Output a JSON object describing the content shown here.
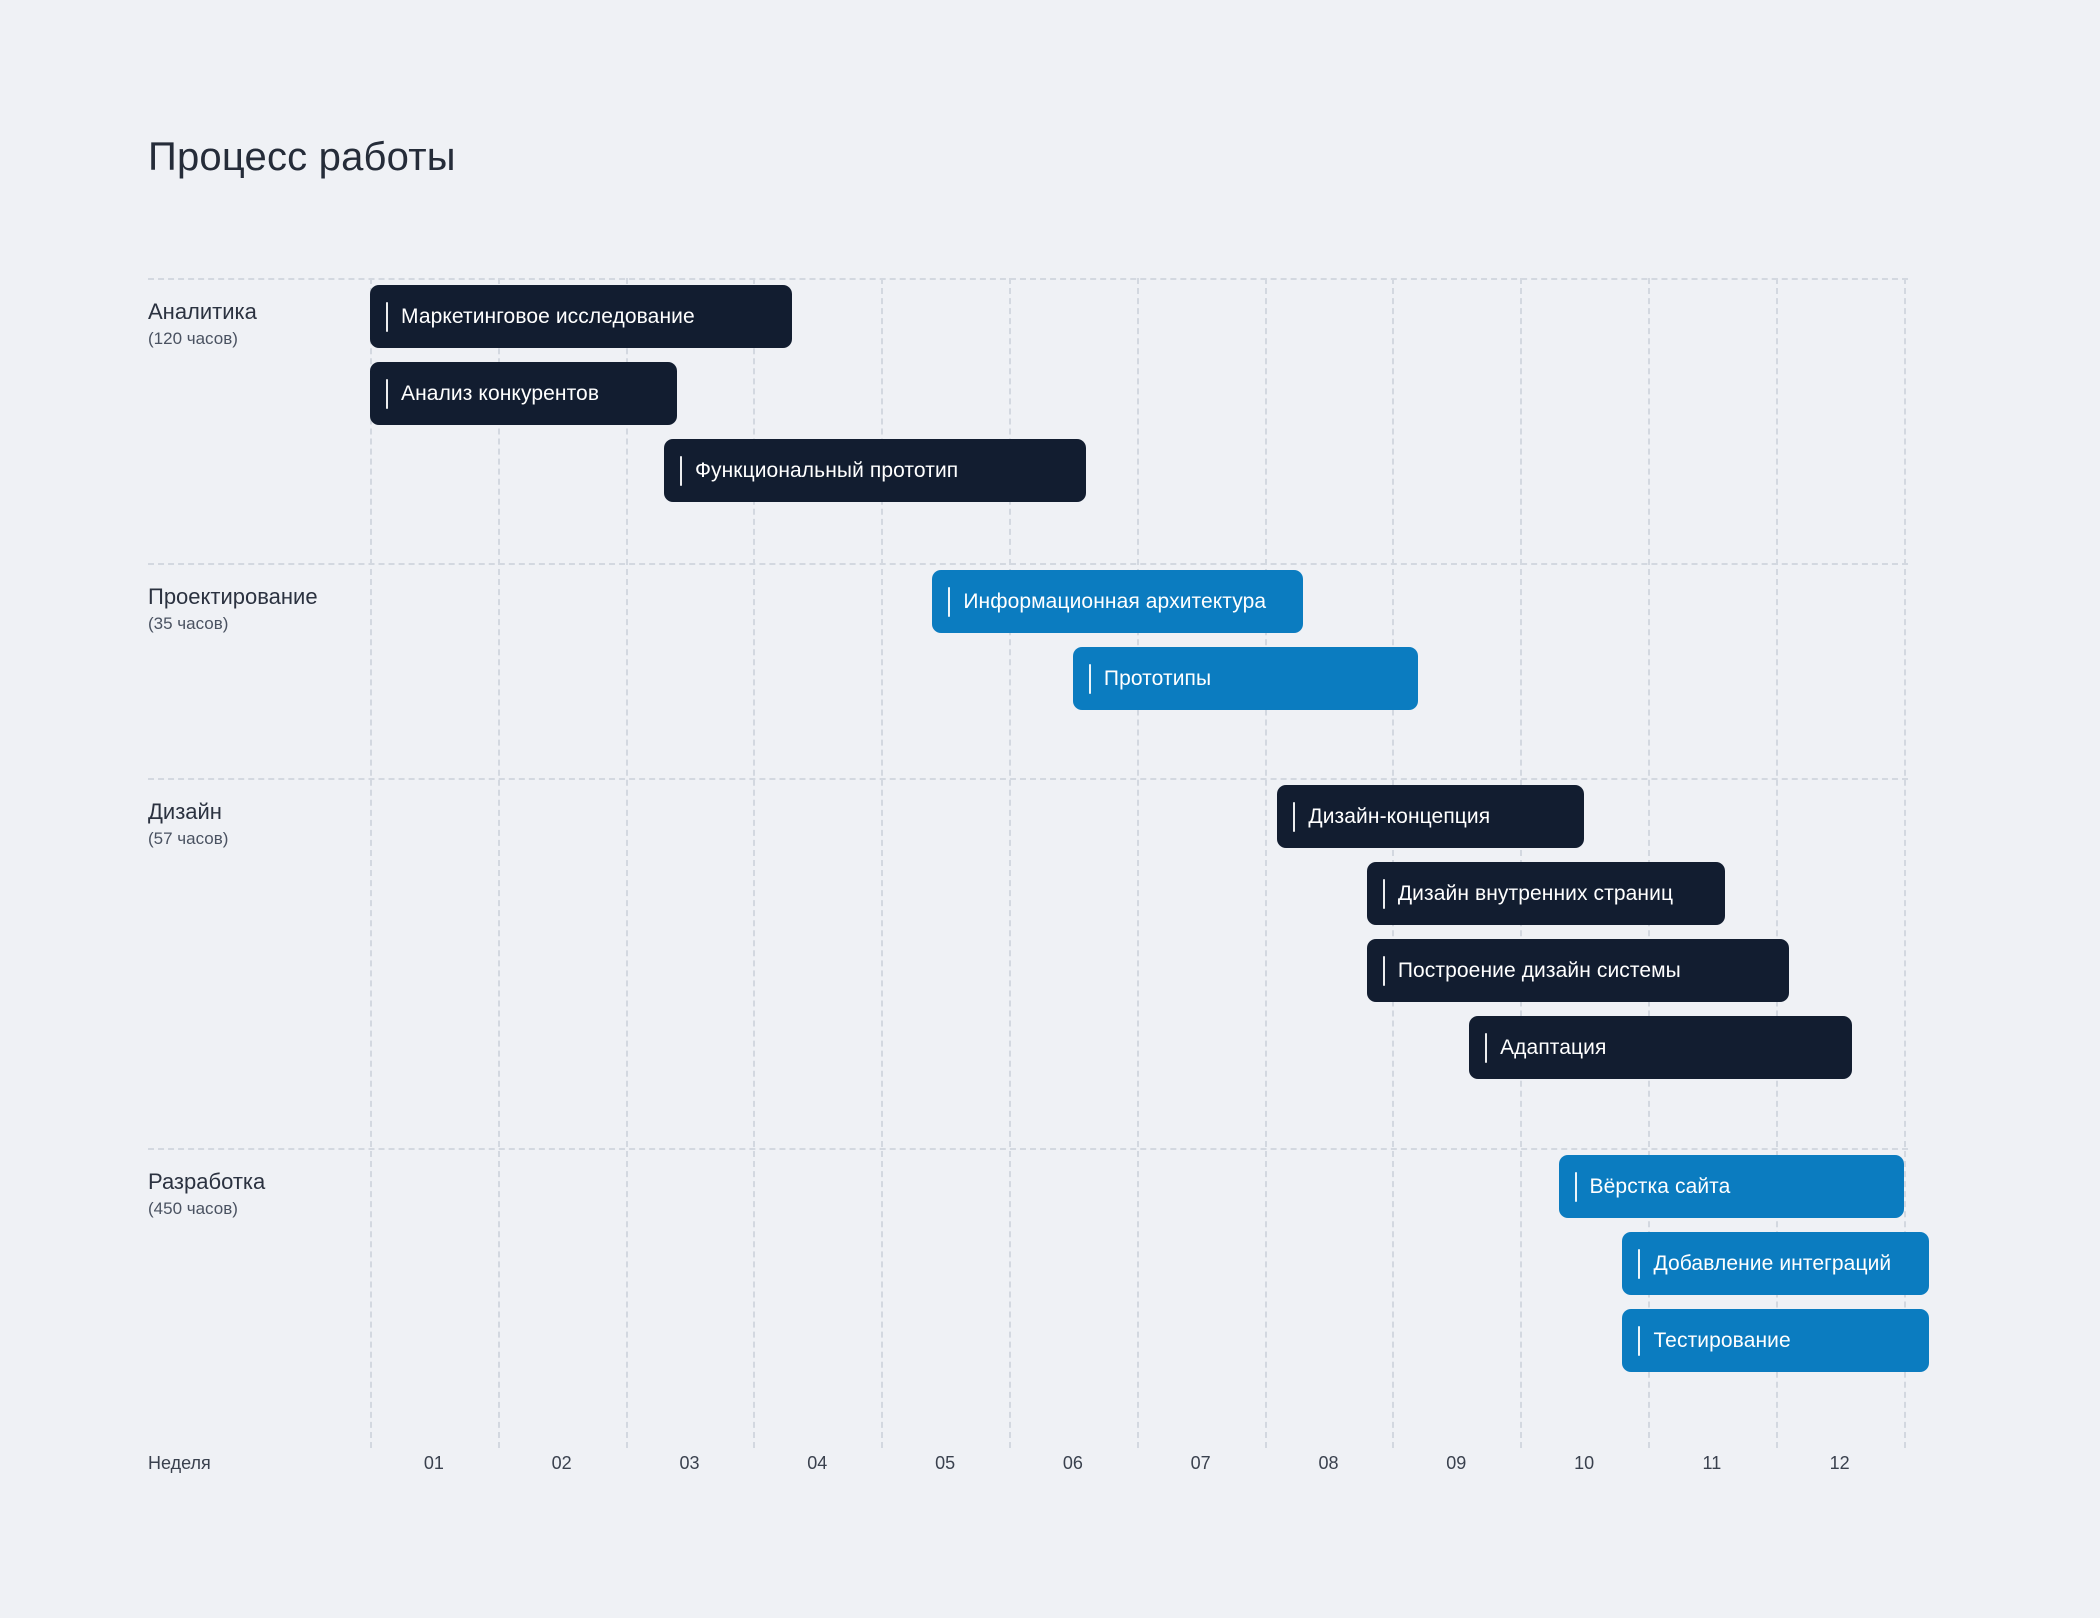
{
  "title": "Процесс работы",
  "axis": {
    "label": "Неделя",
    "weeks": [
      "01",
      "02",
      "03",
      "04",
      "05",
      "06",
      "07",
      "08",
      "09",
      "10",
      "11",
      "12"
    ]
  },
  "colors": {
    "background": "#EFF1F5",
    "dark_bar": "#121D30",
    "blue_bar": "#0B7CC0",
    "grid": "#D3D8E0",
    "text": "#2B3240"
  },
  "chart_data": {
    "type": "bar",
    "subtype": "gantt",
    "title": "Процесс работы",
    "xlabel": "Неделя",
    "ylabel": "",
    "xlim": [
      0,
      12
    ],
    "x_unit": "week",
    "grid": "dashed-vertical-and-section-dividers",
    "legend": "none",
    "categories": [
      "Аналитика",
      "Проектирование",
      "Дизайн",
      "Разработка"
    ],
    "sections": [
      {
        "name": "Аналитика",
        "hours_label": "(120 часов)",
        "hours": 120,
        "color": "#121D30",
        "tasks": [
          {
            "label": "Маркетинговое исследование",
            "start_week": 0.0,
            "end_week": 3.3,
            "duration_weeks": 3.3
          },
          {
            "label": "Анализ конкурентов",
            "start_week": 0.0,
            "end_week": 2.4,
            "duration_weeks": 2.4
          },
          {
            "label": "Функциональный прототип",
            "start_week": 2.3,
            "end_week": 5.6,
            "duration_weeks": 3.3
          }
        ]
      },
      {
        "name": "Проектирование",
        "hours_label": "(35 часов)",
        "hours": 35,
        "color": "#0B7CC0",
        "tasks": [
          {
            "label": "Информационная архитектура",
            "start_week": 4.4,
            "end_week": 7.3,
            "duration_weeks": 2.9
          },
          {
            "label": "Прототипы",
            "start_week": 5.5,
            "end_week": 8.2,
            "duration_weeks": 2.7
          }
        ]
      },
      {
        "name": "Дизайн",
        "hours_label": "(57 часов)",
        "hours": 57,
        "color": "#121D30",
        "tasks": [
          {
            "label": "Дизайн-концепция",
            "start_week": 7.1,
            "end_week": 9.5,
            "duration_weeks": 2.4
          },
          {
            "label": "Дизайн внутренних страниц",
            "start_week": 7.8,
            "end_week": 10.6,
            "duration_weeks": 2.8
          },
          {
            "label": "Построение дизайн системы",
            "start_week": 7.8,
            "end_week": 11.1,
            "duration_weeks": 3.3
          },
          {
            "label": "Адаптация",
            "start_week": 8.6,
            "end_week": 11.6,
            "duration_weeks": 3.0
          }
        ]
      },
      {
        "name": "Разработка",
        "hours_label": "(450 часов)",
        "hours": 450,
        "color": "#0B7CC0",
        "tasks": [
          {
            "label": "Вёрстка сайта",
            "start_week": 9.3,
            "end_week": 12.0,
            "duration_weeks": 2.7
          },
          {
            "label": "Добавление интеграций",
            "start_week": 9.8,
            "end_week": 12.2,
            "duration_weeks": 2.4
          },
          {
            "label": "Тестирование",
            "start_week": 9.8,
            "end_week": 12.2,
            "duration_weeks": 2.4
          }
        ]
      }
    ]
  }
}
